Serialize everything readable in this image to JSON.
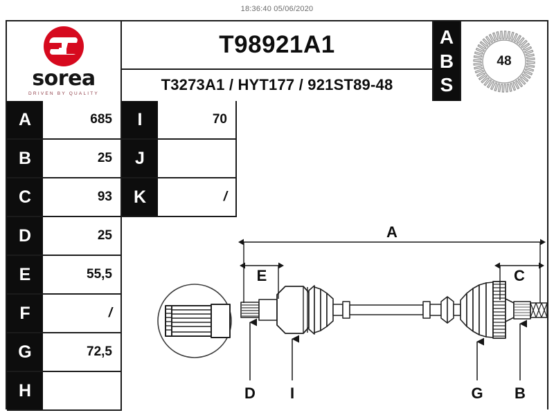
{
  "timestamp": "18:36:40 05/06/2020",
  "brand": {
    "name": "sorea",
    "tagline": "DRIVEN BY QUALITY",
    "logo_icon": "sorea-s-logo",
    "logo_color": "#d6091e"
  },
  "header": {
    "part_number": "T98921A1",
    "cross_references": "T3273A1 / HYT177 / 921ST89-48",
    "abs_label_lines": [
      "A",
      "B",
      "S"
    ],
    "abs_ring_teeth": "48",
    "abs_ring_icon": "abs-tone-ring-gear-icon"
  },
  "spec_table": {
    "left_column": [
      {
        "key": "A",
        "value": "685"
      },
      {
        "key": "B",
        "value": "25"
      },
      {
        "key": "C",
        "value": "93"
      },
      {
        "key": "D",
        "value": "25"
      },
      {
        "key": "E",
        "value": "55,5"
      },
      {
        "key": "F",
        "value": "/"
      },
      {
        "key": "G",
        "value": "72,5"
      },
      {
        "key": "H",
        "value": ""
      }
    ],
    "right_column": [
      {
        "key": "I",
        "value": "70"
      },
      {
        "key": "J",
        "value": ""
      },
      {
        "key": "K",
        "value": "/"
      }
    ]
  },
  "drawing": {
    "description": "driveshaft-technical-drawing",
    "detail_circle_icon": "spline-detail-circle-icon",
    "dimension_labels": {
      "overall": "A",
      "inner_stub": "E",
      "outer_thread": "C"
    },
    "callout_labels": {
      "left_spline": "D",
      "inner_joint": "I",
      "outer_boot": "G",
      "outer_thread_stub": "B"
    }
  },
  "colors": {
    "ink": "#0d0d0d",
    "frame": "#1b1b1b",
    "paper": "#ffffff",
    "brand_red": "#d6091e",
    "tagline": "#8d3a44",
    "timestamp": "#6a6a6a"
  }
}
